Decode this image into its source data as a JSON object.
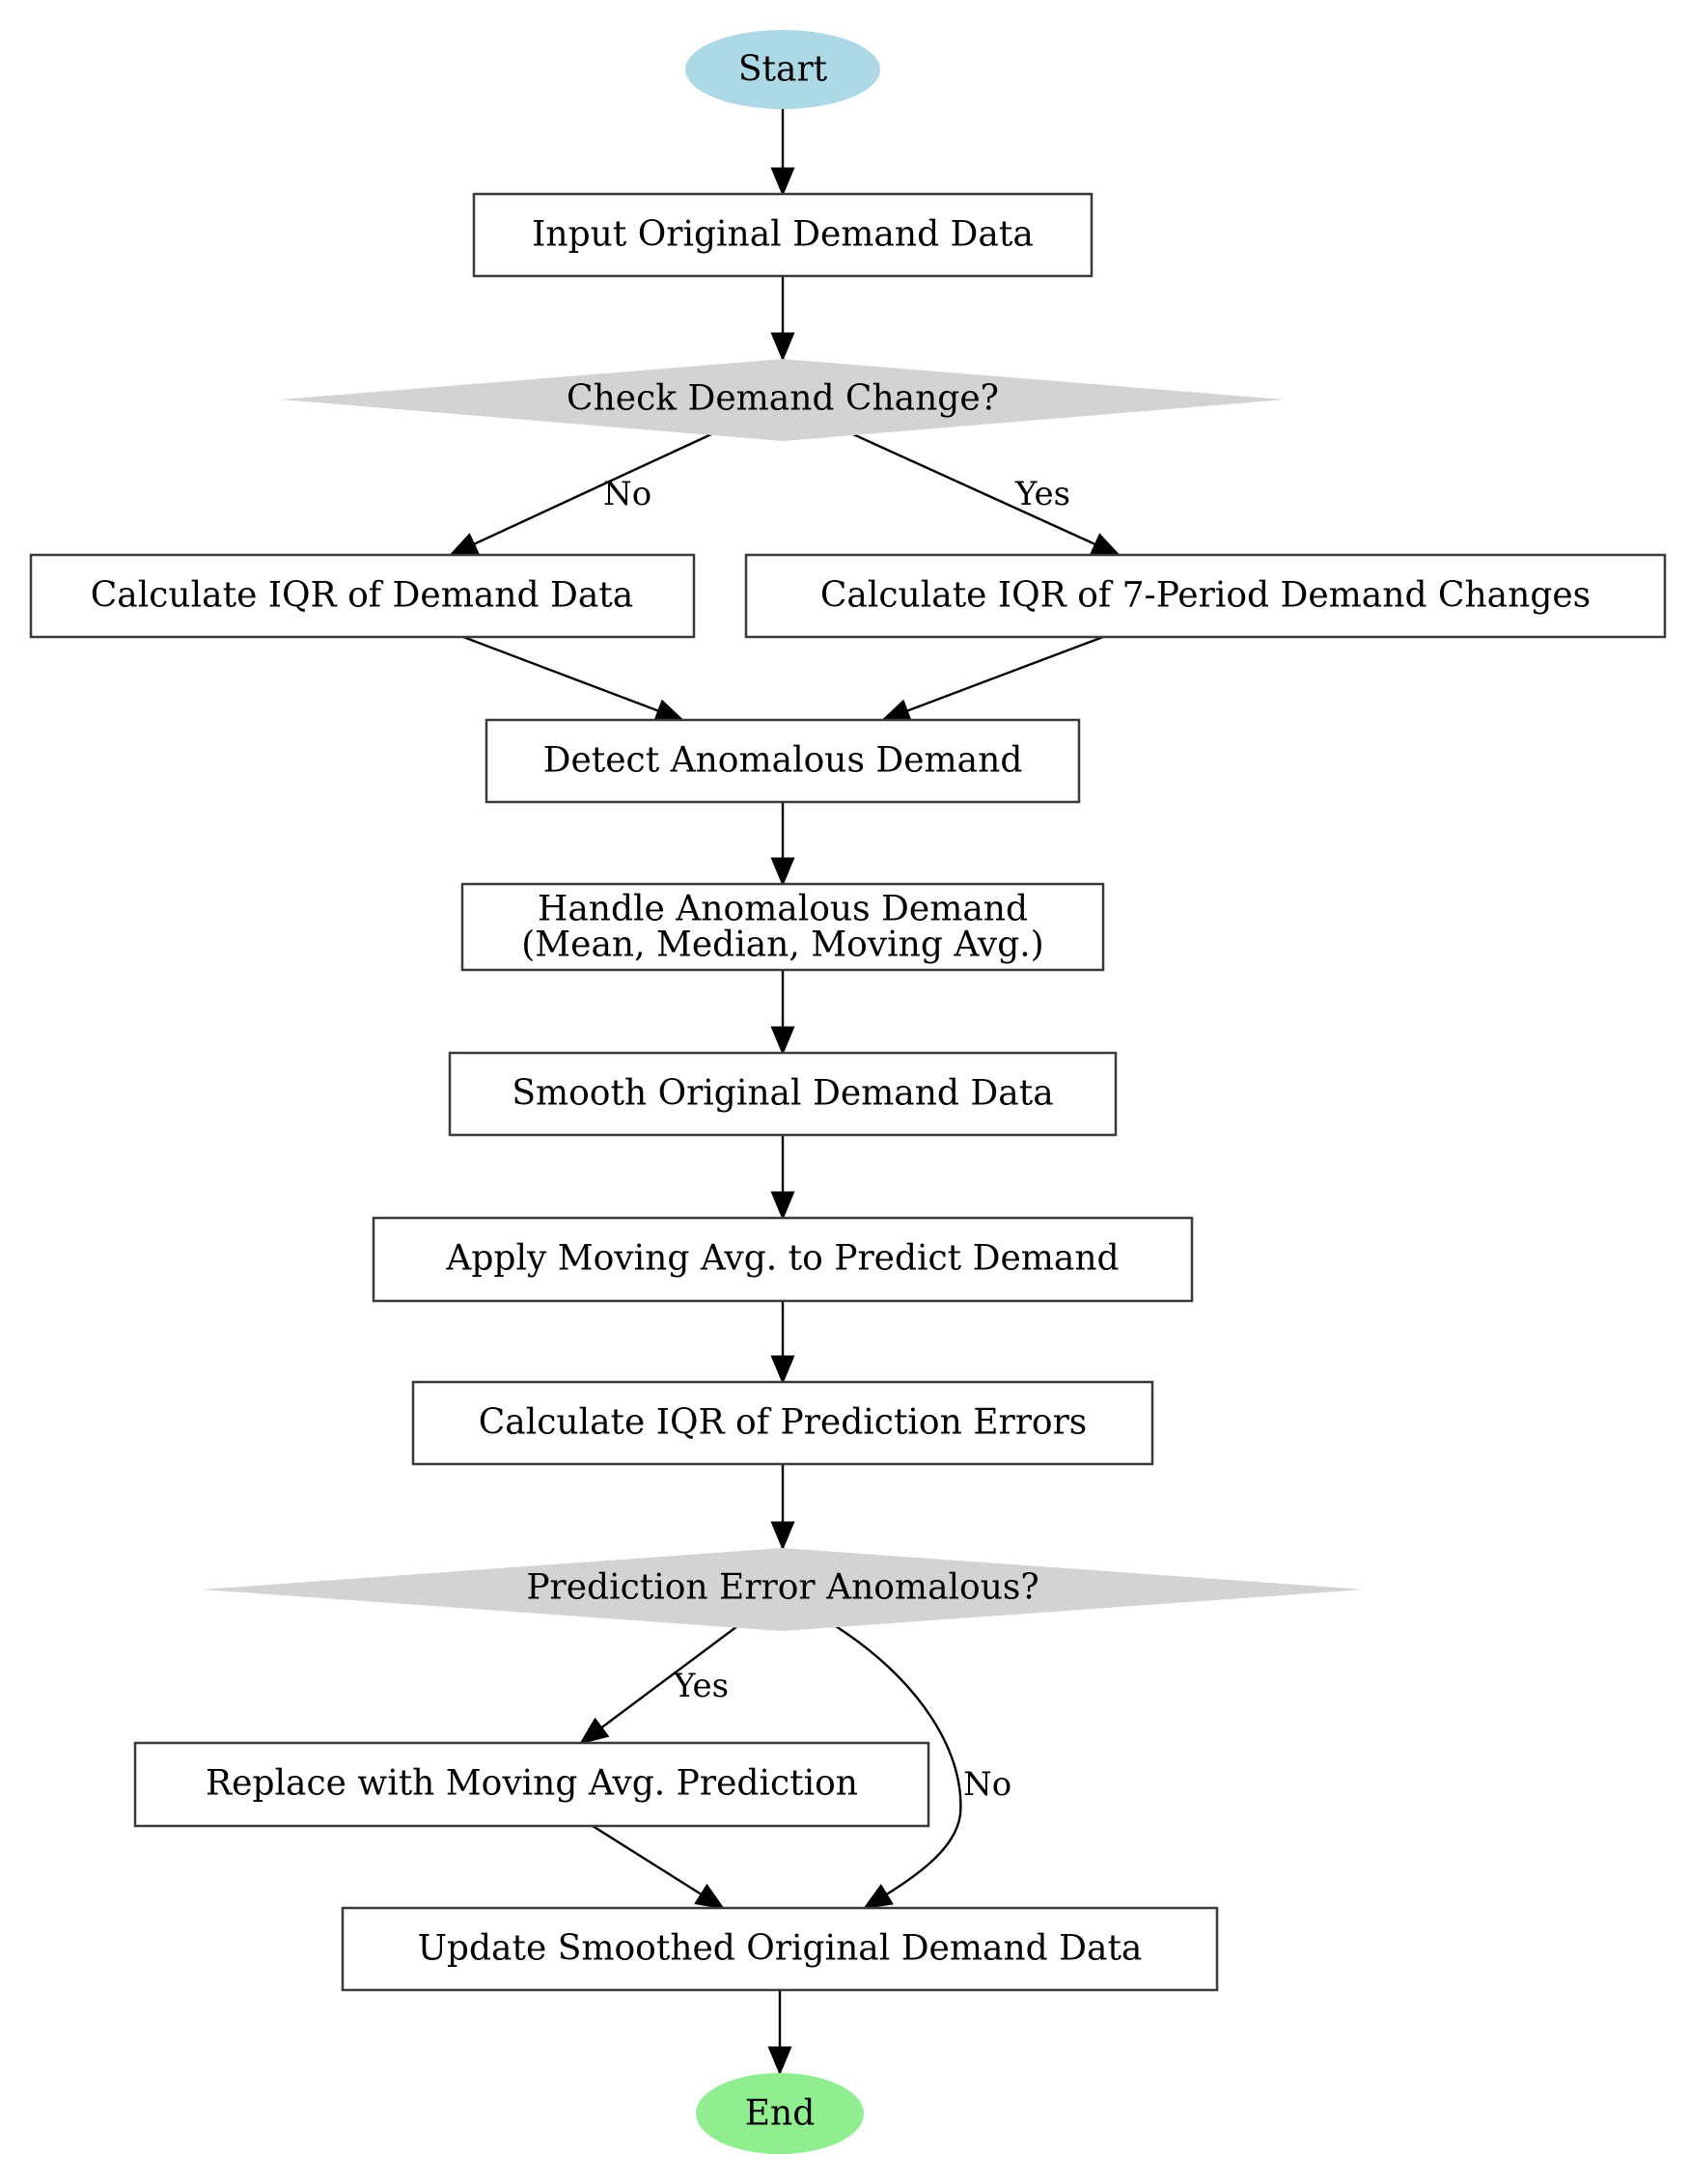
{
  "colors": {
    "start": "#add8e6",
    "end": "#90ee90",
    "decision": "#d3d3d3",
    "process": "#ffffff"
  },
  "nodes": {
    "start": {
      "label": "Start"
    },
    "input": {
      "label": "Input Original Demand Data"
    },
    "check_change": {
      "label": "Check Demand Change?"
    },
    "iqr_demand": {
      "label": "Calculate IQR of Demand Data"
    },
    "iqr_changes": {
      "label": "Calculate IQR of 7-Period Demand Changes"
    },
    "detect": {
      "label": "Detect Anomalous Demand"
    },
    "handle": {
      "label_line1": "Handle Anomalous Demand",
      "label_line2": "(Mean, Median, Moving Avg.)"
    },
    "smooth": {
      "label": "Smooth Original Demand Data"
    },
    "predict": {
      "label": "Apply Moving Avg. to Predict Demand"
    },
    "iqr_errors": {
      "label": "Calculate IQR of Prediction Errors"
    },
    "error_anomalous": {
      "label": "Prediction Error Anomalous?"
    },
    "replace": {
      "label": "Replace with Moving Avg. Prediction"
    },
    "update": {
      "label": "Update Smoothed Original Demand Data"
    },
    "end": {
      "label": "End"
    }
  },
  "edge_labels": {
    "check_no": "No",
    "check_yes": "Yes",
    "error_yes": "Yes",
    "error_no": "No"
  }
}
